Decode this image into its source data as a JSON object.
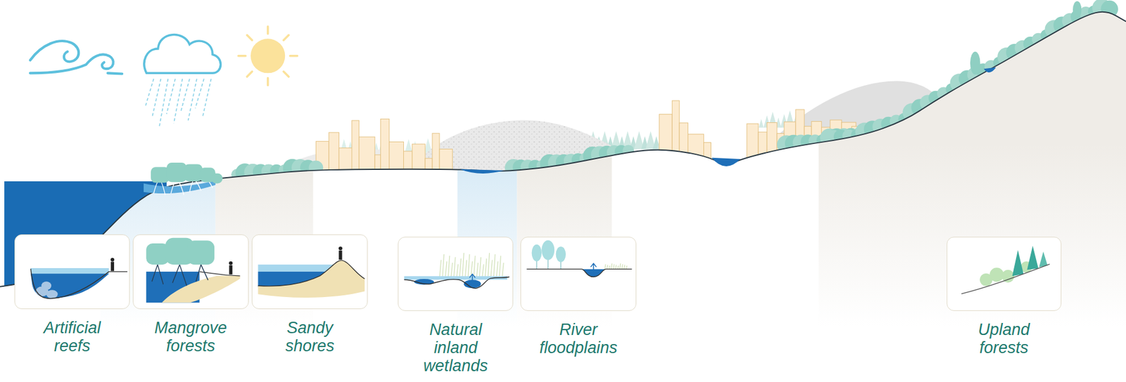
{
  "diagram": {
    "nodes": [
      {
        "text": [
          "Artificial reefs"
        ]
      },
      {
        "text": [
          "Mangrove forests"
        ]
      },
      {
        "text": [
          "Sandy shores"
        ]
      },
      {
        "text": [
          "Natural inland wetlands"
        ]
      },
      {
        "text": [
          "River floodplains"
        ]
      },
      {
        "text": [
          "Upland forests"
        ]
      }
    ]
  }
}
